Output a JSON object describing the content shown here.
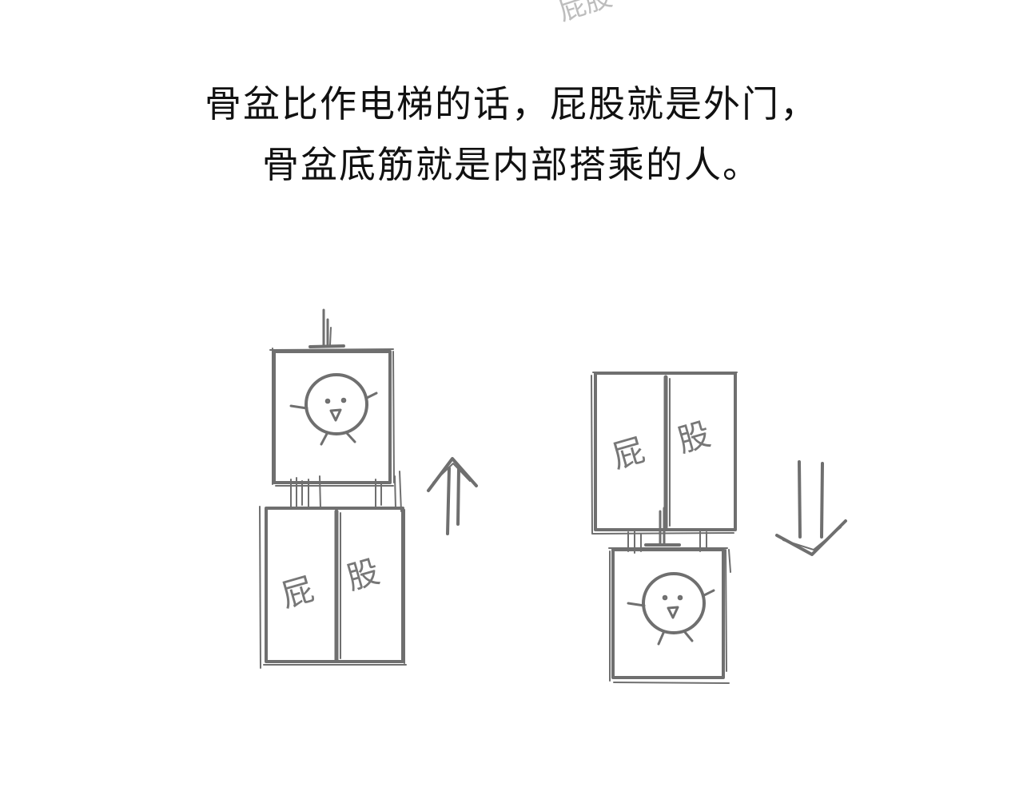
{
  "caption": {
    "line1": "骨盆比作电梯的话，屁股就是外门，",
    "line2": "骨盆底筋就是内部搭乘的人。"
  },
  "top_fragment": "屁股",
  "door_labels": {
    "left": "屁",
    "right": "股"
  },
  "colors": {
    "background": "#ffffff",
    "text": "#111111",
    "sketch": "#6f6f6f"
  }
}
